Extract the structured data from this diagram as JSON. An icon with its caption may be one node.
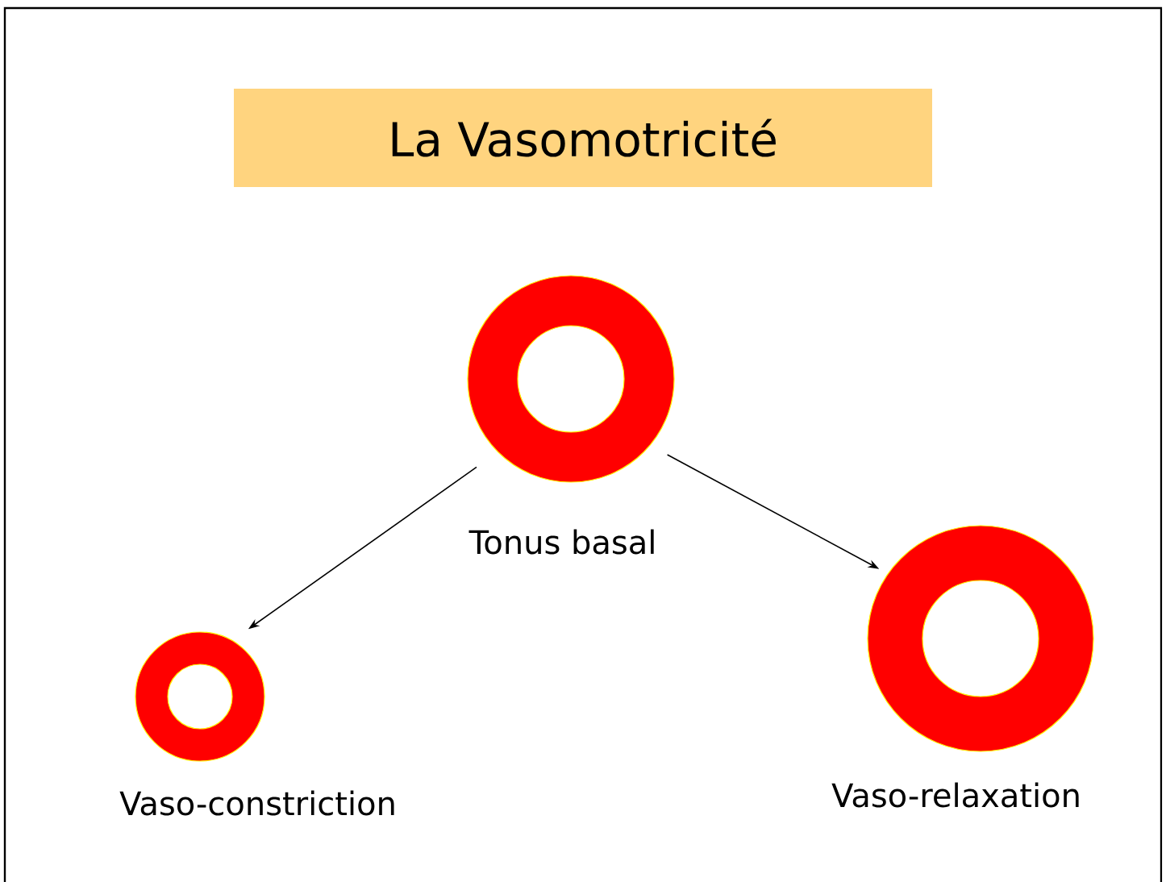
{
  "diagram": {
    "title": "La Vasomotricité",
    "nodes": [
      {
        "text": [],
        "shape": "circle",
        "beside": [
          "Tonus basal"
        ]
      },
      {
        "text": [],
        "shape": "circle",
        "beside": [
          "Vaso-constriction"
        ]
      },
      {
        "text": [],
        "shape": "circle",
        "beside": [
          "Vaso-relaxation"
        ]
      }
    ],
    "edges": [
      {
        "from": 0,
        "to": 1,
        "arrow": "to"
      },
      {
        "from": 0,
        "to": 2,
        "arrow": "to"
      }
    ]
  }
}
